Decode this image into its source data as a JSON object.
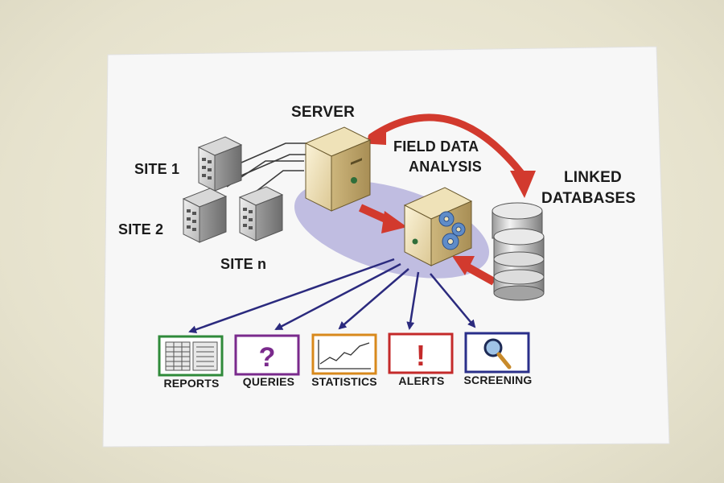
{
  "diagram": {
    "nodes": {
      "server": "SERVER",
      "field_data_analysis_line1": "FIELD DATA",
      "field_data_analysis_line2": "ANALYSIS",
      "linked_databases_line1": "LINKED",
      "linked_databases_line2": "DATABASES",
      "site1": "SITE 1",
      "site2": "SITE 2",
      "siten": "SITE n"
    },
    "outputs": [
      {
        "label": "REPORTS",
        "icon": "report-icon",
        "color": "#2f8a3a"
      },
      {
        "label": "QUERIES",
        "icon": "question-mark-icon",
        "color": "#7a2a8c"
      },
      {
        "label": "STATISTICS",
        "icon": "line-chart-icon",
        "color": "#d8891c"
      },
      {
        "label": "ALERTS",
        "icon": "exclamation-icon",
        "color": "#c42a2a"
      },
      {
        "label": "SCREENING",
        "icon": "magnifier-icon",
        "color": "#2a2f8a"
      }
    ],
    "colors": {
      "arrow_red": "#d23a2e",
      "arrow_blue": "#2b2a7e",
      "ellipse": "#b9b6de"
    }
  }
}
